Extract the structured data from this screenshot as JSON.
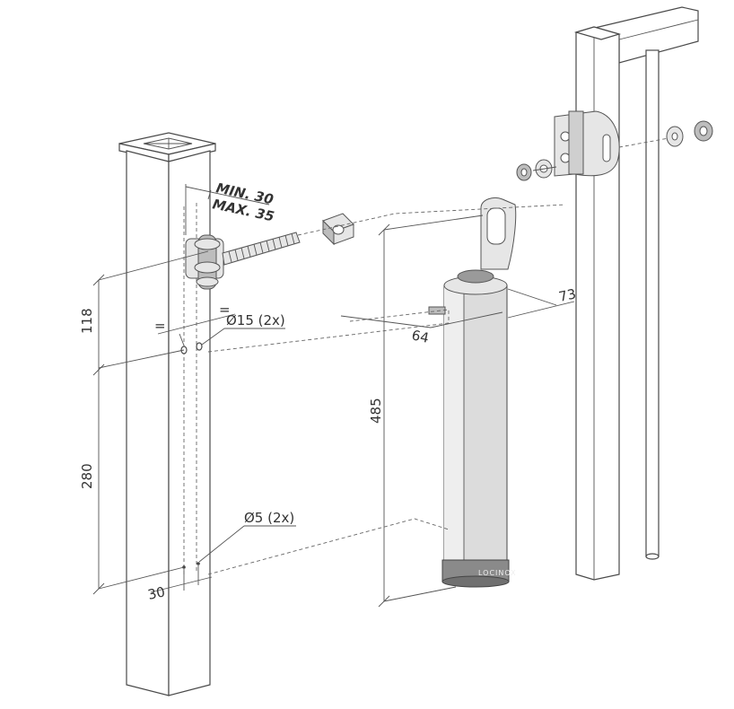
{
  "dimensions": {
    "min": "MIN. 30",
    "max": "MAX. 35",
    "d118": "118",
    "d280": "280",
    "d30": "30",
    "d485": "485",
    "d64": "64",
    "d73": "73",
    "equal": "=",
    "hole15": "Ø15 (2x)",
    "hole5": "Ø5 (2x)"
  },
  "brand": "LOCINOX",
  "colors": {
    "line": "#4a4a4a",
    "cylinder": "#dcdcdc",
    "cap": "#8a8a8a"
  }
}
